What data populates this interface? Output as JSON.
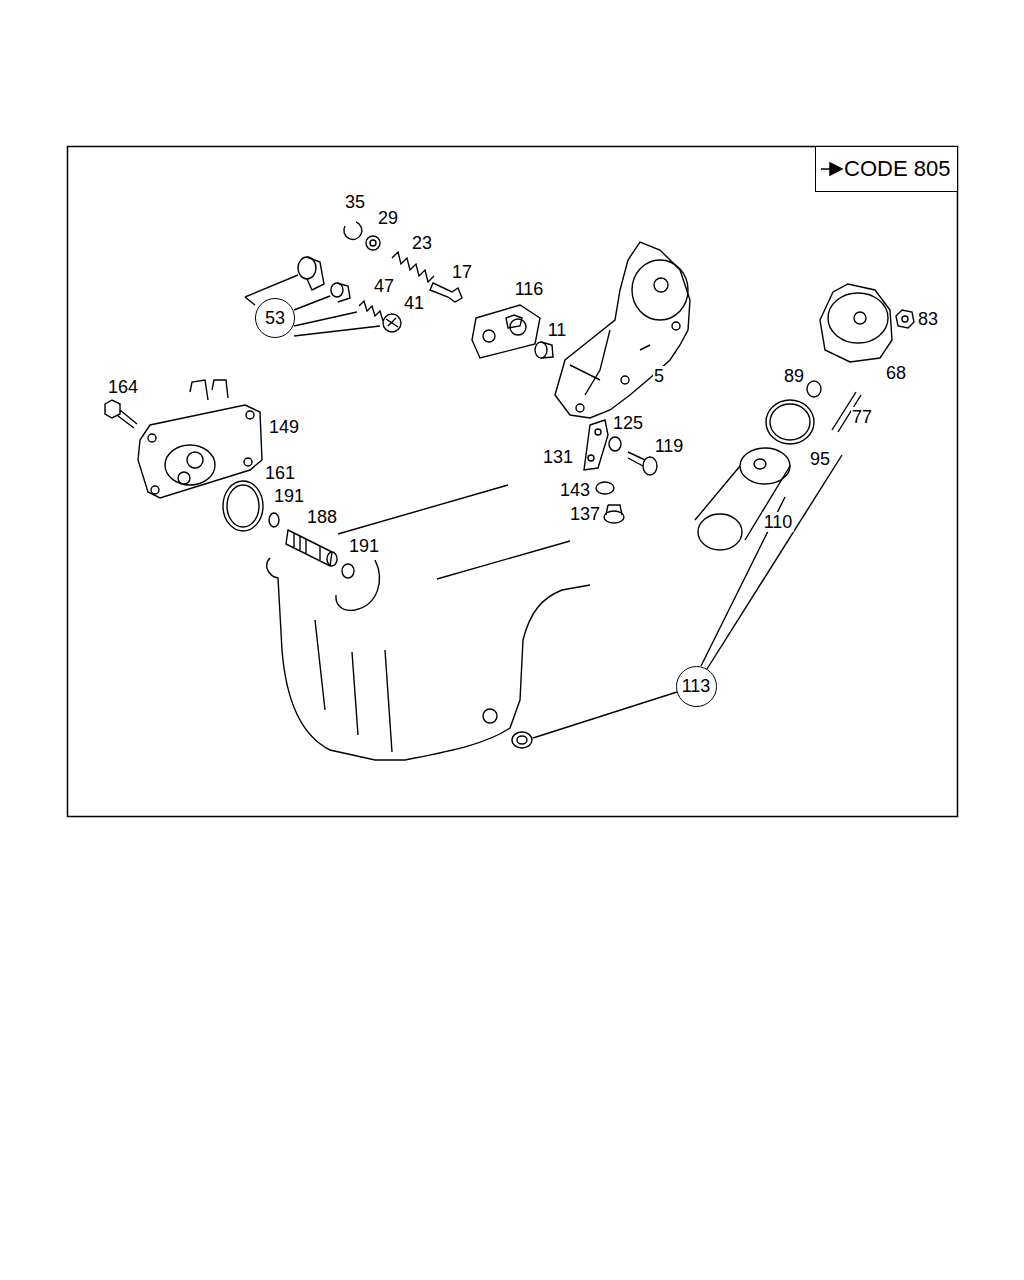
{
  "diagram": {
    "nodes": [
      {
        "text": [
          "CODE 805"
        ]
      },
      {
        "text": [
          "53"
        ]
      },
      {
        "text": [
          "113"
        ]
      }
    ],
    "labels": [
      "35",
      "29",
      "23",
      "17",
      "116",
      "11",
      "5",
      "47",
      "41",
      "164",
      "149",
      "161",
      "191",
      "188",
      "191",
      "131",
      "125",
      "119",
      "143",
      "137",
      "110",
      "89",
      "95",
      "77",
      "83",
      "68"
    ]
  }
}
